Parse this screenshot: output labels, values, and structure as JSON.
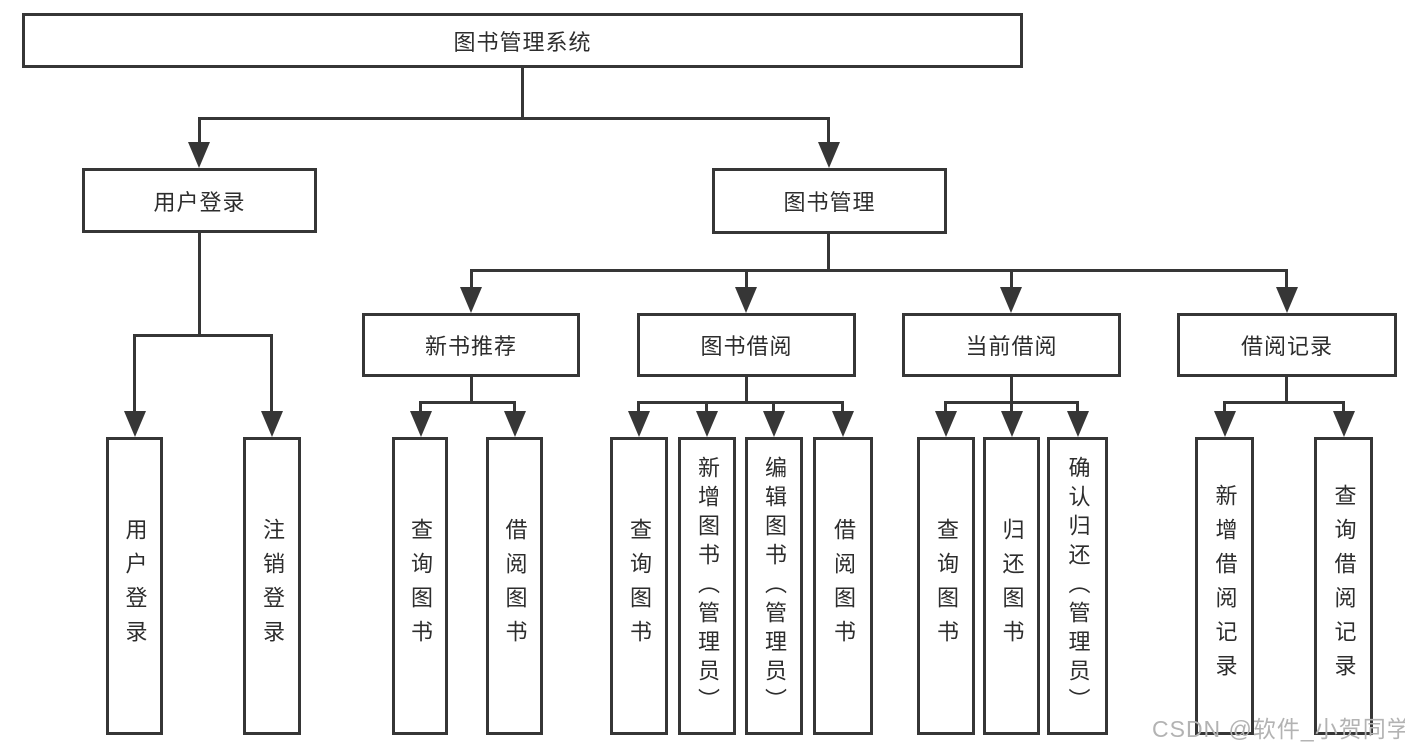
{
  "diagram": {
    "type": "hierarchy-tree",
    "root": {
      "label": "图书管理系统"
    },
    "level2": [
      {
        "label": "用户登录",
        "children": [
          {
            "label": "用户登录"
          },
          {
            "label": "注销登录"
          }
        ]
      },
      {
        "label": "图书管理",
        "children": [
          {
            "label": "新书推荐",
            "children": [
              {
                "label": "查询图书"
              },
              {
                "label": "借阅图书"
              }
            ]
          },
          {
            "label": "图书借阅",
            "children": [
              {
                "label": "查询图书"
              },
              {
                "label": "新增图书（管理员）"
              },
              {
                "label": "编辑图书（管理员）"
              },
              {
                "label": "借阅图书"
              }
            ]
          },
          {
            "label": "当前借阅",
            "children": [
              {
                "label": "查询图书"
              },
              {
                "label": "归还图书"
              },
              {
                "label": "确认归还（管理员）"
              }
            ]
          },
          {
            "label": "借阅记录",
            "children": [
              {
                "label": "新增借阅记录"
              },
              {
                "label": "查询借阅记录"
              }
            ]
          }
        ]
      }
    ]
  },
  "watermark": {
    "text": "CSDN @软件_小贺同学"
  },
  "colors": {
    "line": "#363636",
    "box_border": "#363636",
    "box_background": "#ffffff",
    "text": "#2d2d2d",
    "watermark": "#b3b3b3",
    "page_background": "#ffffff"
  }
}
